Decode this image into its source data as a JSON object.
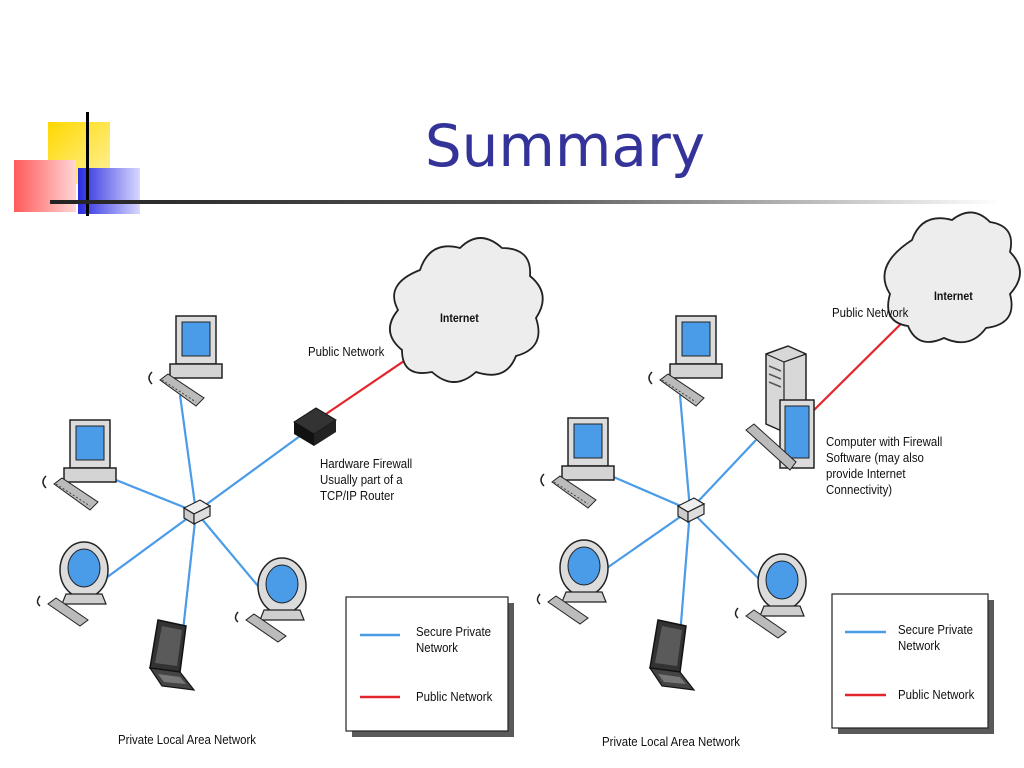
{
  "slide": {
    "title": "Summary"
  },
  "colors": {
    "title": "#333399",
    "secure_line": "#4a9be8",
    "public_line": "#e3262e"
  },
  "left": {
    "internet": "Internet",
    "public_network": "Public Network",
    "firewall_lines": [
      "Hardware Firewall",
      "Usually part of a",
      "TCP/IP Router"
    ],
    "caption": "Private Local Area Network"
  },
  "right": {
    "internet": "Internet",
    "public_network": "Public Network",
    "firewall_lines": [
      "Computer with Firewall",
      "Software (may also",
      "provide Internet",
      "Connectivity)"
    ],
    "caption": "Private Local Area Network"
  },
  "legend": {
    "secure_lines": [
      "Secure Private",
      "Network"
    ],
    "public_label": "Public Network"
  }
}
